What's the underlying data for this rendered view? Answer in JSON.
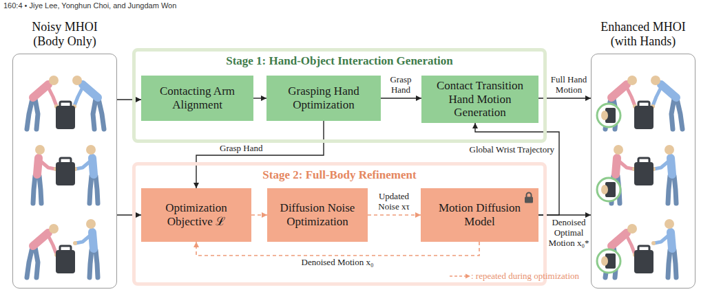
{
  "diagram": {
    "nodes": [
      {
        "text": [
          "Noisy MHOI (Body Only)"
        ]
      },
      {
        "text": [
          "Stage 1: Hand-Object Interaction Generation"
        ]
      },
      {
        "text": [
          "Contacting Arm Alignment"
        ],
        "in": 1
      },
      {
        "text": [
          "Grasping Hand Optimization"
        ],
        "in": 1
      },
      {
        "text": [
          "Contact Transition Hand Motion Generation"
        ],
        "in": 1
      },
      {
        "text": [
          "Stage 2: Full-Body Refinement"
        ]
      },
      {
        "text": [
          "Optimization Objective ℒ"
        ],
        "in": 5
      },
      {
        "text": [
          "Diffusion Noise Optimization"
        ],
        "in": 5
      },
      {
        "text": [
          "Motion Diffusion Model"
        ],
        "in": 5
      },
      {
        "text": [
          "Enhanced MHOI (with Hands)"
        ]
      }
    ],
    "edges": [
      {
        "from": 0,
        "to": 2,
        "arrow": "to"
      },
      {
        "from": 0,
        "to": 6,
        "arrow": "to"
      },
      {
        "from": 2,
        "to": 3,
        "arrow": "to"
      },
      {
        "from": 3,
        "to": 4,
        "label": "Grasp Hand",
        "arrow": "to"
      },
      {
        "from": 4,
        "to": 9,
        "label": "Full Hand Motion",
        "arrow": "to"
      },
      {
        "from": 3,
        "to": 6,
        "label": "Grasp Hand",
        "arrow": "to"
      },
      {
        "from": 6,
        "to": 7,
        "arrow": "to"
      },
      {
        "from": 7,
        "to": 8,
        "label": "Updated Noise xτ",
        "arrow": "to"
      },
      {
        "from": 8,
        "to": 6,
        "label": "Denoised Motion x₀",
        "arrow": "to"
      },
      {
        "from": 8,
        "to": 9,
        "label": "Denoised Optimal Motion x₀*",
        "arrow": "to"
      },
      {
        "from": 8,
        "to": 4,
        "label": "Global Wrist Trajectory",
        "arrow": "to"
      }
    ],
    "labels": [
      "160:4 • Jiye Lee, Yonghun Choi, and Jungdam Won"
    ],
    "legend": [
      {
        "text": ": repeated during optimization"
      }
    ]
  }
}
